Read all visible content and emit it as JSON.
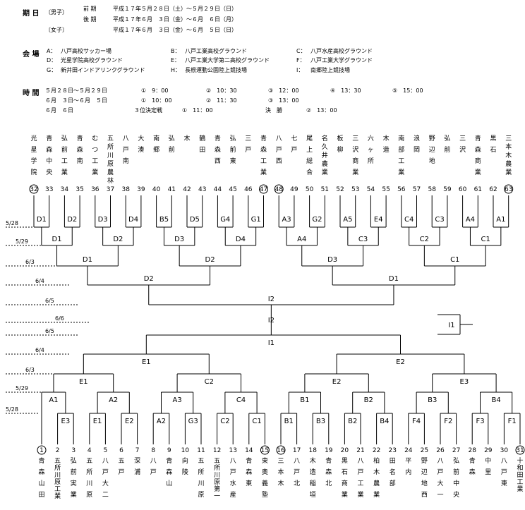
{
  "dates": {
    "title": "期 日",
    "men_label": "〔男子〕",
    "first_label": "前 期",
    "first_value": "平成１７年５月２８日（土）～５月２９日（日）",
    "second_label": "後 期",
    "second_value": "平成１７年６月　３日（金）～６月　６日（月）",
    "women_label": "〔女子〕",
    "women_value": "平成１７年６月　３日（金）～６月　５日（日）"
  },
  "venues": {
    "title": "会 場",
    "items": [
      {
        "code": "A：",
        "name": "八戸高校サッカー場"
      },
      {
        "code": "B：",
        "name": "八戸工業高校グラウンド"
      },
      {
        "code": "C：",
        "name": "八戸水産高校グラウンド"
      },
      {
        "code": "D：",
        "name": "光星学院高校グラウンド"
      },
      {
        "code": "E：",
        "name": "八戸工業大学第二高校グラウンド"
      },
      {
        "code": "F：",
        "name": "八戸工業大学グラウンド"
      },
      {
        "code": "G：",
        "name": "新井田インドアリンクグラウンド"
      },
      {
        "code": "H：",
        "name": "長根運動公園陸上競技場"
      },
      {
        "code": "I：",
        "name": "南郷陸上競技場"
      }
    ]
  },
  "times": {
    "title": "時 間",
    "rows": [
      {
        "date": "５月２８日～５月２９日",
        "slots": [
          "①　9：00",
          "②　10：30",
          "③　12：00",
          "④　13：30",
          "⑤　15：00"
        ]
      },
      {
        "date": "６月　３日～６月　５日",
        "slots": [
          "①　10：00",
          "②　11：30",
          "③　13：00"
        ]
      },
      {
        "date": "６月　６日",
        "third": "３位決定戦",
        "third_time": "①　11：00",
        "final": "決　勝",
        "final_time": "②　13：00"
      }
    ]
  },
  "top_teams": [
    {
      "seed": "32",
      "name": "光星学院",
      "circled": true
    },
    {
      "seed": "33",
      "name": "青森中央",
      "circled": false
    },
    {
      "seed": "34",
      "name": "弘前工業",
      "circled": false
    },
    {
      "seed": "35",
      "name": "青森南",
      "circled": false
    },
    {
      "seed": "36",
      "name": "むつ工業",
      "circled": false
    },
    {
      "seed": "37",
      "name": "五所川原農林",
      "circled": false
    },
    {
      "seed": "38",
      "name": "八戸南",
      "circled": false
    },
    {
      "seed": "39",
      "name": "大湊",
      "circled": false
    },
    {
      "seed": "40",
      "name": "南郷",
      "circled": false
    },
    {
      "seed": "41",
      "name": "弘前",
      "circled": false
    },
    {
      "seed": "42",
      "name": "木",
      "circled": false
    },
    {
      "seed": "43",
      "name": "鶴田",
      "circled": false
    },
    {
      "seed": "44",
      "name": "青森西",
      "circled": false
    },
    {
      "seed": "45",
      "name": "弘前東",
      "circled": false
    },
    {
      "seed": "46",
      "name": "三戸",
      "circled": false
    },
    {
      "seed": "47",
      "name": "青森工業",
      "circled": true
    },
    {
      "seed": "48",
      "name": "八戸西",
      "circled": true
    },
    {
      "seed": "49",
      "name": "七戸",
      "circled": false
    },
    {
      "seed": "50",
      "name": "尾上総合",
      "circled": false
    },
    {
      "seed": "51",
      "name": "名久井農業",
      "circled": false
    },
    {
      "seed": "52",
      "name": "板柳",
      "circled": false
    },
    {
      "seed": "53",
      "name": "三沢商業",
      "circled": false
    },
    {
      "seed": "54",
      "name": "六ヶ所",
      "circled": false
    },
    {
      "seed": "55",
      "name": "木造",
      "circled": false
    },
    {
      "seed": "56",
      "name": "南部工業",
      "circled": false
    },
    {
      "seed": "57",
      "name": "浪岡",
      "circled": false
    },
    {
      "seed": "58",
      "name": "野辺地",
      "circled": false
    },
    {
      "seed": "59",
      "name": "弘前",
      "circled": false
    },
    {
      "seed": "60",
      "name": "三沢",
      "circled": false
    },
    {
      "seed": "61",
      "name": "青森商業",
      "circled": false
    },
    {
      "seed": "62",
      "name": "黒石",
      "circled": false
    },
    {
      "seed": "63",
      "name": "三本木農業",
      "circled": true
    }
  ],
  "bottom_teams": [
    {
      "seed": "1",
      "name": "青森山田",
      "circled": true
    },
    {
      "seed": "2",
      "name": "五所川原工業",
      "circled": false
    },
    {
      "seed": "3",
      "name": "弘前実業",
      "circled": false
    },
    {
      "seed": "4",
      "name": "五所川原",
      "circled": false
    },
    {
      "seed": "5",
      "name": "八戸大二",
      "circled": false
    },
    {
      "seed": "6",
      "name": "五戸",
      "circled": false
    },
    {
      "seed": "7",
      "name": "深浦",
      "circled": false
    },
    {
      "seed": "8",
      "name": "八戸",
      "circled": false
    },
    {
      "seed": "9",
      "name": "青森山",
      "circled": false
    },
    {
      "seed": "10",
      "name": "向陵",
      "circled": false
    },
    {
      "seed": "11",
      "name": "五所川原",
      "circled": false
    },
    {
      "seed": "12",
      "name": "五所川原第一",
      "circled": false
    },
    {
      "seed": "13",
      "name": "八戸水産",
      "circled": false
    },
    {
      "seed": "14",
      "name": "青森東",
      "circled": false
    },
    {
      "seed": "15",
      "name": "東奥義塾",
      "circled": true
    },
    {
      "seed": "16",
      "name": "三本木",
      "circled": true
    },
    {
      "seed": "17",
      "name": "八戸北",
      "circled": false
    },
    {
      "seed": "18",
      "name": "木造稲垣",
      "circled": false
    },
    {
      "seed": "19",
      "name": "青森北",
      "circled": false
    },
    {
      "seed": "20",
      "name": "黒石商業",
      "circled": false
    },
    {
      "seed": "21",
      "name": "八戸工業",
      "circled": false
    },
    {
      "seed": "22",
      "name": "柏木農業",
      "circled": false
    },
    {
      "seed": "23",
      "name": "田名部",
      "circled": false
    },
    {
      "seed": "24",
      "name": "平内",
      "circled": false
    },
    {
      "seed": "25",
      "name": "野辺地西",
      "circled": false
    },
    {
      "seed": "26",
      "name": "八戸大一",
      "circled": false
    },
    {
      "seed": "27",
      "name": "弘前中央",
      "circled": false
    },
    {
      "seed": "28",
      "name": "青森",
      "circled": false
    },
    {
      "seed": "29",
      "name": "中里",
      "circled": false
    },
    {
      "seed": "30",
      "name": "八戸東",
      "circled": false
    },
    {
      "seed": "31",
      "name": "十和田工業",
      "circled": true
    }
  ],
  "top_r1_codes": [
    "D1",
    "D2",
    "D3",
    "D4",
    "B5",
    "D5",
    "G4",
    "G1",
    "A3",
    "G2",
    "A5",
    "E4",
    "C4",
    "C3",
    "A4",
    "A1"
  ],
  "top_r2_codes": [
    "D1",
    "D2",
    "D3",
    "D4",
    "A4",
    "C3",
    "C2",
    "C1"
  ],
  "top_r3_codes": [
    "D1",
    "D2",
    "D3",
    "C1"
  ],
  "top_r4_codes": [
    "D2",
    "D1"
  ],
  "top_semi_code": "I2",
  "final_code": "I2",
  "third_code": "I1",
  "bot_semi_code": "I1",
  "bot_r4_codes": [
    "E1",
    "E2"
  ],
  "bot_r3_codes": [
    "E1",
    "C2",
    "E2",
    "E3"
  ],
  "bot_r2_codes": [
    "A1",
    "A2",
    "A3",
    "C4",
    "B1",
    "B2",
    "B3",
    "B4"
  ],
  "bot_r1_codes": [
    "E3",
    "E1",
    "E2",
    "A2",
    "G3",
    "C2",
    "C1",
    "B1",
    "B3",
    "B2",
    "B4",
    "F4",
    "F2",
    "F3",
    "F1"
  ],
  "round_dates": [
    "5/28",
    "5/29",
    "6/3",
    "6/4",
    "6/5",
    "6/6",
    "6/5",
    "6/4",
    "6/3",
    "5/29",
    "5/28"
  ]
}
